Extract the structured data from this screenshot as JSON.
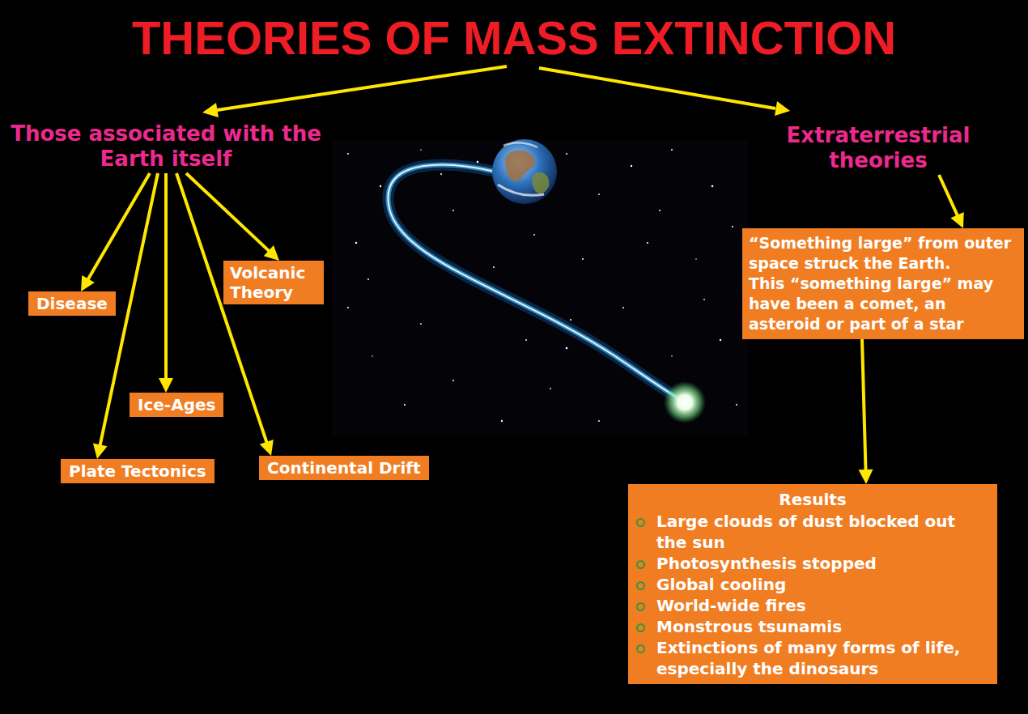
{
  "diagram": {
    "title": "THEORIES OF MASS EXTINCTION",
    "nodes": [
      {
        "text": [
          "Those associated with the Earth itself"
        ]
      },
      {
        "text": [
          "Extraterrestrial theories"
        ]
      },
      {
        "text": [
          "Disease"
        ]
      },
      {
        "text": [
          "Volcanic Theory"
        ]
      },
      {
        "text": [
          "Ice-Ages"
        ]
      },
      {
        "text": [
          "Plate Tectonics"
        ]
      },
      {
        "text": [
          "Continental Drift"
        ]
      },
      {
        "text": [
          "“Something large” from outer space struck the Earth.",
          "This “something large” may have been a comet, an asteroid or part of a star"
        ]
      },
      {
        "text": [
          "Results",
          "Large clouds of dust blocked out the sun",
          "Photosynthesis stopped",
          "Global cooling",
          "World-wide fires",
          "Monstrous tsunamis",
          "Extinctions of many forms of life, especially the dinosaurs"
        ]
      }
    ],
    "edges": [
      {
        "from": 0,
        "to": 2,
        "arrow": "to"
      },
      {
        "from": 0,
        "to": 5,
        "arrow": "to"
      },
      {
        "from": 0,
        "to": 4,
        "arrow": "to"
      },
      {
        "from": 0,
        "to": 6,
        "arrow": "to"
      },
      {
        "from": 0,
        "to": 3,
        "arrow": "to"
      },
      {
        "from": 1,
        "to": 7,
        "arrow": "to"
      },
      {
        "from": 7,
        "to": 8,
        "arrow": "to"
      }
    ]
  }
}
